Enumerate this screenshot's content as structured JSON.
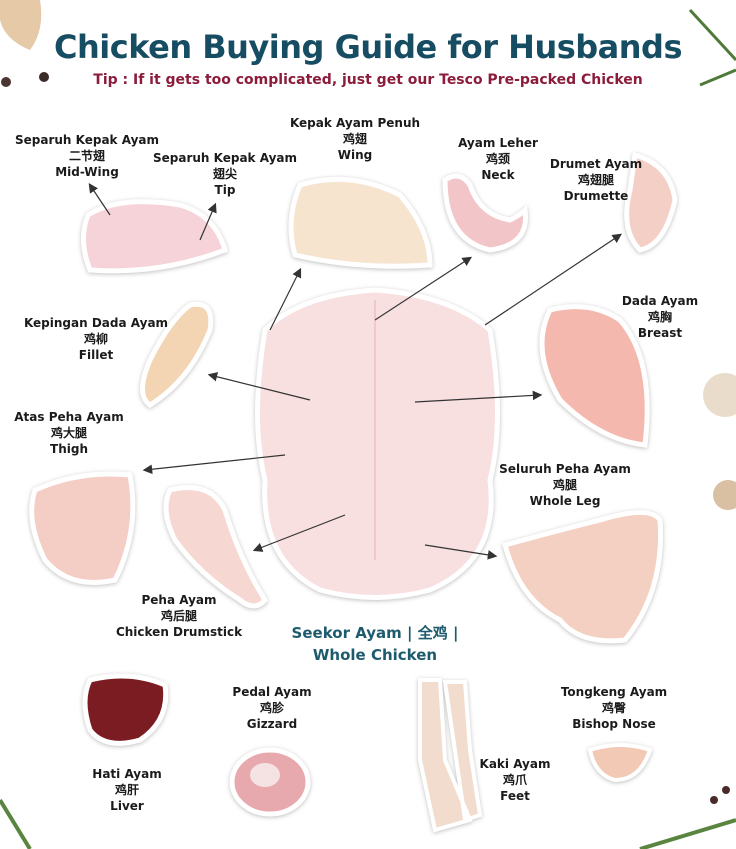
{
  "header": {
    "title": "Chicken Buying Guide for Husbands",
    "tip": "Tip : If it gets too complicated, just get our Tesco Pre-packed Chicken"
  },
  "colors": {
    "title": "#174d62",
    "tip": "#8b1c3c",
    "whole_label": "#1d5a6e"
  },
  "parts": {
    "midwing": {
      "malay": "Separuh Kepak Ayam",
      "chinese": "二节翅",
      "english": "Mid-Wing"
    },
    "tip": {
      "malay": "Separuh Kepak Ayam",
      "chinese": "翅尖",
      "english": "Tip"
    },
    "wing": {
      "malay": "Kepak Ayam Penuh",
      "chinese": "鸡翅",
      "english": "Wing"
    },
    "neck": {
      "malay": "Ayam Leher",
      "chinese": "鸡颈",
      "english": "Neck"
    },
    "drumette": {
      "malay": "Drumet Ayam",
      "chinese": "鸡翅腿",
      "english": "Drumette"
    },
    "fillet": {
      "malay": "Kepingan Dada Ayam",
      "chinese": "鸡柳",
      "english": "Fillet"
    },
    "breast": {
      "malay": "Dada Ayam",
      "chinese": "鸡胸",
      "english": "Breast"
    },
    "thigh": {
      "malay": "Atas Peha Ayam",
      "chinese": "鸡大腿",
      "english": "Thigh"
    },
    "wholeleg": {
      "malay": "Seluruh Peha Ayam",
      "chinese": "鸡腿",
      "english": "Whole Leg"
    },
    "drumstick": {
      "malay": "Peha Ayam",
      "chinese": "鸡后腿",
      "english": "Chicken Drumstick"
    },
    "liver": {
      "malay": "Hati Ayam",
      "chinese": "鸡肝",
      "english": "Liver"
    },
    "gizzard": {
      "malay": "Pedal Ayam",
      "chinese": "鸡胗",
      "english": "Gizzard"
    },
    "feet": {
      "malay": "Kaki Ayam",
      "chinese": "鸡爪",
      "english": "Feet"
    },
    "bishopnose": {
      "malay": "Tongkeng Ayam",
      "chinese": "鸡臀",
      "english": "Bishop Nose"
    }
  },
  "whole_chicken": {
    "line1": "Seekor Ayam | 全鸡 |",
    "line2": "Whole Chicken"
  }
}
